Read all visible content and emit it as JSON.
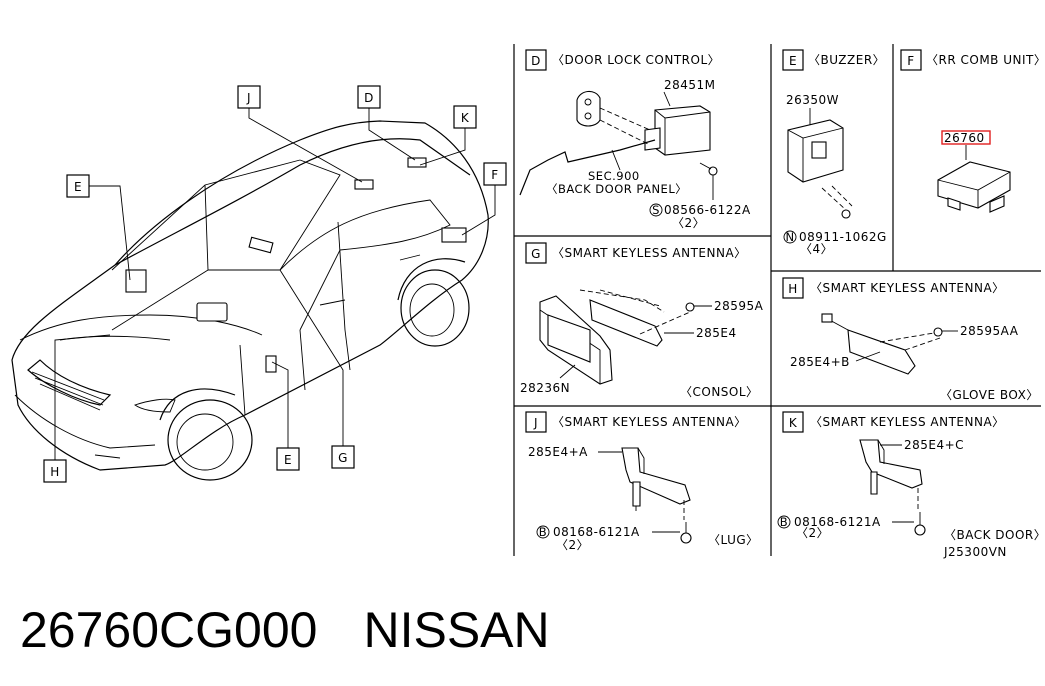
{
  "callouts": {
    "J": "J",
    "D": "D",
    "K": "K",
    "E": "E",
    "F": "F",
    "H": "H",
    "G": "G"
  },
  "panels": {
    "D": {
      "letter": "D",
      "title": "〈DOOR LOCK CONTROL〉",
      "part": "28451M",
      "sec": "SEC.900",
      "sec_desc": "〈BACK DOOR PANEL〉",
      "screw_mark": "S",
      "screw": "08566-6122A",
      "screw_qty": "〈2〉"
    },
    "E": {
      "letter": "E",
      "title": "〈BUZZER〉",
      "part": "26350W",
      "nut_mark": "N",
      "nut": "08911-1062G",
      "nut_qty": "〈4〉"
    },
    "F": {
      "letter": "F",
      "title": "〈RR COMB UNIT〉",
      "part": "26760"
    },
    "G": {
      "letter": "G",
      "title": "〈SMART KEYLESS ANTENNA〉",
      "part1": "28595A",
      "part2": "285E4",
      "part3": "28236N",
      "location": "〈CONSOL〉"
    },
    "H": {
      "letter": "H",
      "title": "〈SMART KEYLESS ANTENNA〉",
      "part1": "28595AA",
      "part2": "285E4+B",
      "location": "〈GLOVE BOX〉"
    },
    "J": {
      "letter": "J",
      "title": "〈SMART KEYLESS ANTENNA〉",
      "part": "285E4+A",
      "bolt_mark": "B",
      "bolt": "08168-6121A",
      "bolt_qty": "〈2〉",
      "location": "〈LUG〉"
    },
    "K": {
      "letter": "K",
      "title": "〈SMART KEYLESS ANTENNA〉",
      "part": "285E4+C",
      "bolt_mark": "B",
      "bolt": "08168-6121A",
      "bolt_qty": "〈2〉",
      "location": "〈BACK DOOR〉"
    }
  },
  "diagram_code": "J25300VN",
  "caption": {
    "part_number": "26760CG000",
    "brand": "NISSAN"
  },
  "highlight_color": "#e02020"
}
